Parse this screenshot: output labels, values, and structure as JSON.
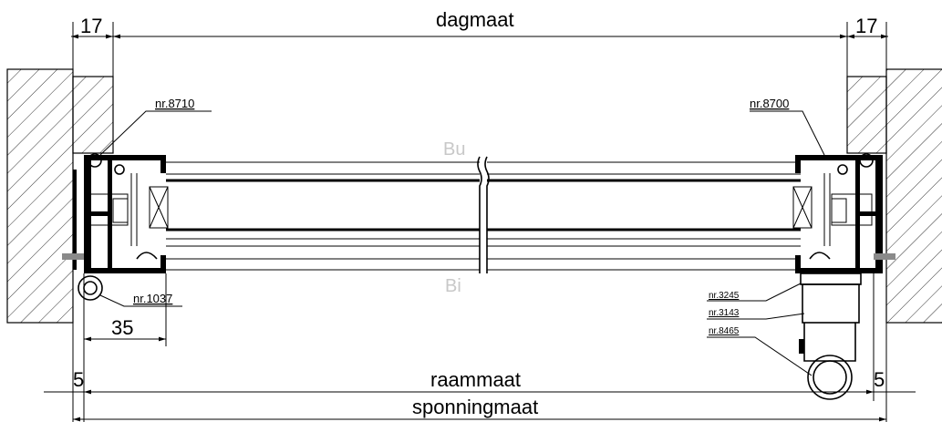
{
  "dimensions": {
    "top_center": "dagmaat",
    "top_left": "17",
    "top_right": "17",
    "bottom_left": "5",
    "bottom_right": "5",
    "bottom_center_1": "raammaat",
    "bottom_center_2": "sponningmaat",
    "width_35": "35"
  },
  "sides": {
    "outside": "Bu",
    "inside": "Bi"
  },
  "parts": {
    "left_top": "nr.8710",
    "right_top": "nr.8700",
    "left_bottom": "nr.1037",
    "right_1": "nr.3245",
    "right_2": "nr.3143",
    "right_3": "nr.8465"
  }
}
